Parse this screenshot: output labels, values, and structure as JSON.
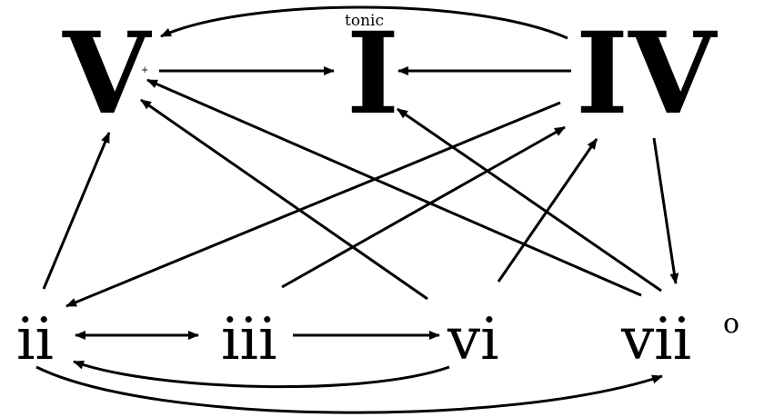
{
  "nodes": {
    "V": "V",
    "I": "I",
    "IV": "IV",
    "ii": "ii",
    "iii": "iii",
    "vi": "vi",
    "vii": "vii",
    "vii_sup": "o"
  },
  "annotations": {
    "tonic": "tonic",
    "plus": "+"
  }
}
